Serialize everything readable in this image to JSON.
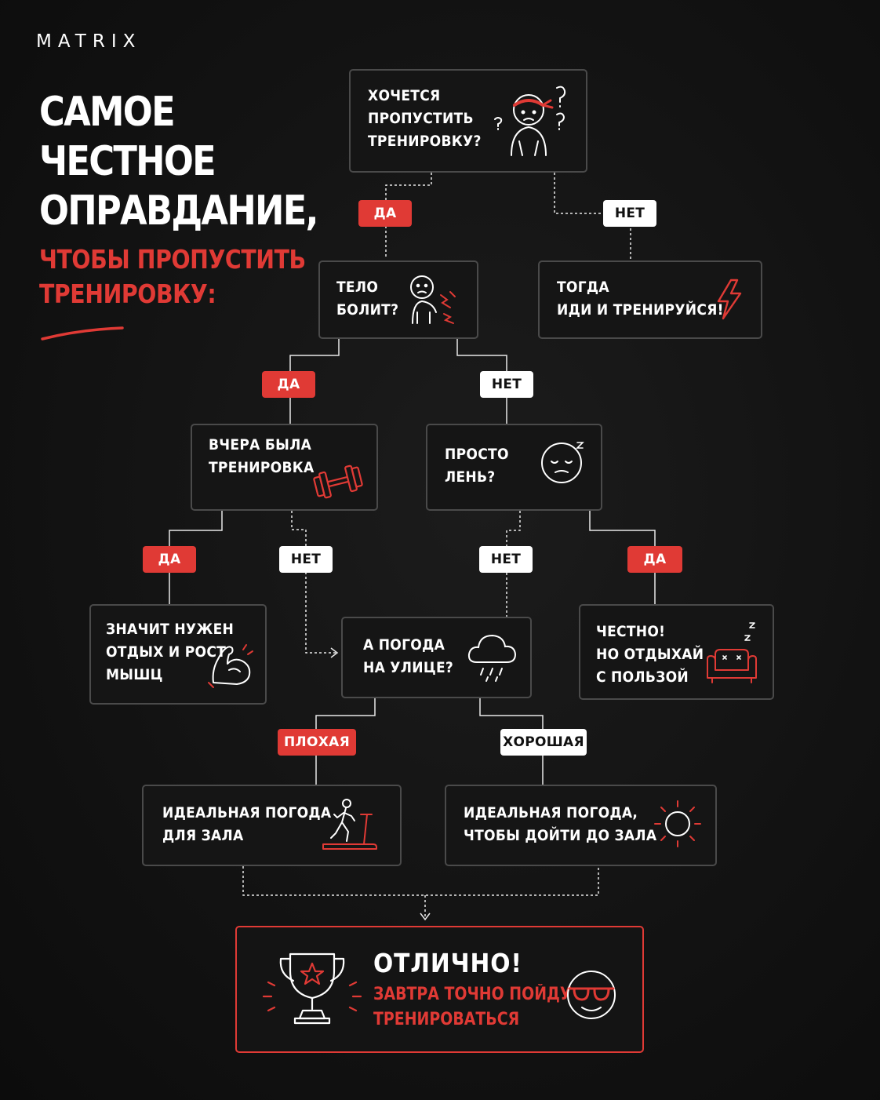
{
  "brand": "MATRIX",
  "headline": {
    "lines": [
      "САМОЕ",
      "ЧЕСТНОЕ",
      "ОПРАВДАНИЕ,"
    ],
    "red_lines": [
      "ЧТОБЫ ПРОПУСТИТЬ",
      "ТРЕНИРОВКУ:"
    ]
  },
  "colors": {
    "accent": "#e03a35",
    "background": "#141414",
    "box_border": "#4a4a4a"
  },
  "nodes": {
    "start": {
      "lines": [
        "ХОЧЕТСЯ",
        "ПРОПУСТИТЬ",
        "ТРЕНИРОВКУ?"
      ],
      "icon": "confused-person-icon"
    },
    "body_pain": {
      "lines": [
        "ТЕЛО",
        "БОЛИТ?"
      ],
      "icon": "sore-person-icon"
    },
    "go_train": {
      "lines": [
        "ТОГДА",
        "ИДИ И ТРЕНИРУЙСЯ!"
      ],
      "icon": "lightning-icon"
    },
    "yesterday": {
      "lines": [
        "ВЧЕРА БЫЛА",
        "ТРЕНИРОВКА"
      ],
      "icon": "dumbbell-icon"
    },
    "lazy": {
      "lines": [
        "ПРОСТО",
        "ЛЕНЬ?"
      ],
      "icon": "sleepy-face-icon"
    },
    "muscle": {
      "lines": [
        "ЗНАЧИТ НУЖЕН",
        "ОТДЫХ И РОСТ",
        "МЫШЦ"
      ],
      "icon": "flexed-arm-icon"
    },
    "weather": {
      "lines": [
        "А ПОГОДА",
        "НА УЛИЦЕ?"
      ],
      "icon": "rain-cloud-icon"
    },
    "honest": {
      "lines": [
        "ЧЕСТНО!",
        "НО ОТДЫХАЙ",
        "С ПОЛЬЗОЙ"
      ],
      "icon": "sofa-icon"
    },
    "gym_weather": {
      "lines": [
        "ИДЕАЛЬНАЯ ПОГОДА",
        "ДЛЯ ЗАЛА"
      ],
      "icon": "treadmill-icon"
    },
    "walk_weather": {
      "lines": [
        "ИДЕАЛЬНАЯ ПОГОДА,",
        "ЧТОБЫ ДОЙТИ ДО ЗАЛА"
      ],
      "icon": "sun-icon"
    },
    "final": {
      "title": "ОТЛИЧНО!",
      "lines": [
        "ЗАВТРА ТОЧНО ПОЙДУ",
        "ТРЕНИРОВАТЬСЯ"
      ],
      "icons": [
        "trophy-icon",
        "sunglasses-face-icon"
      ]
    }
  },
  "labels": {
    "yes": "ДА",
    "no": "НЕТ",
    "bad": "ПЛОХАЯ",
    "good": "ХОРОШАЯ"
  }
}
